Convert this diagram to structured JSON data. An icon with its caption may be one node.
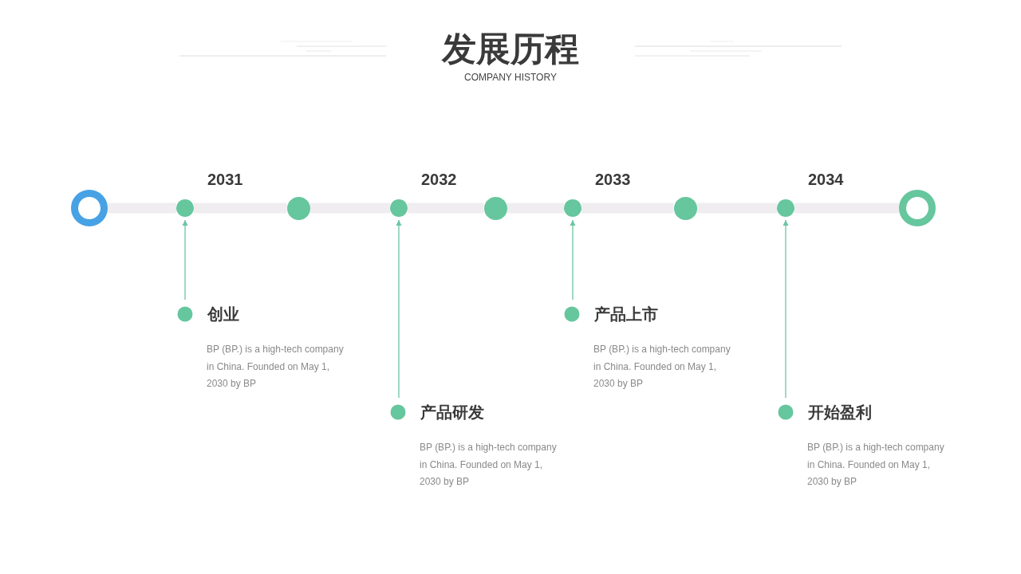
{
  "diagram": {
    "title": "发展历程",
    "nodes": [
      {
        "text": [],
        "shape": "ring"
      },
      {
        "text": [],
        "shape": "circle",
        "beside": [
          "2031"
        ]
      },
      {
        "text": [],
        "shape": "circle"
      },
      {
        "text": [],
        "shape": "circle",
        "beside": [
          "2032"
        ]
      },
      {
        "text": [],
        "shape": "circle"
      },
      {
        "text": [],
        "shape": "circle",
        "beside": [
          "2033"
        ]
      },
      {
        "text": [],
        "shape": "circle"
      },
      {
        "text": [],
        "shape": "circle",
        "beside": [
          "2034"
        ]
      },
      {
        "text": [],
        "shape": "ring"
      },
      {
        "text": [
          "创业",
          "BP (BP.) is a high-tech company in China. Founded on May 1, 2030 by BP"
        ]
      },
      {
        "text": [
          "产品研发",
          "BP (BP.) is a high-tech company in China. Founded on May 1, 2030 by BP"
        ]
      },
      {
        "text": [
          "产品上市",
          "BP (BP.) is a high-tech company in China. Founded on May 1, 2030 by BP"
        ]
      },
      {
        "text": [
          "开始盈利",
          "BP (BP.) is a high-tech company in China. Founded on May 1, 2030 by BP"
        ]
      }
    ],
    "edges": [
      {
        "from": 0,
        "to": 1,
        "arrow": "none"
      },
      {
        "from": 1,
        "to": 2,
        "arrow": "none"
      },
      {
        "from": 2,
        "to": 3,
        "arrow": "none"
      },
      {
        "from": 3,
        "to": 4,
        "arrow": "none"
      },
      {
        "from": 4,
        "to": 5,
        "arrow": "none"
      },
      {
        "from": 5,
        "to": 6,
        "arrow": "none"
      },
      {
        "from": 6,
        "to": 7,
        "arrow": "none"
      },
      {
        "from": 7,
        "to": 8,
        "arrow": "none"
      },
      {
        "from": 9,
        "to": 1,
        "arrow": "to",
        "color": "#6cc4a1"
      },
      {
        "from": 10,
        "to": 3,
        "arrow": "to",
        "color": "#6cc4a1"
      },
      {
        "from": 11,
        "to": 5,
        "arrow": "to",
        "color": "#6cc4a1"
      },
      {
        "from": 12,
        "to": 7,
        "arrow": "to",
        "color": "#6cc4a1"
      }
    ],
    "labels": [
      "COMPANY HISTORY"
    ]
  }
}
